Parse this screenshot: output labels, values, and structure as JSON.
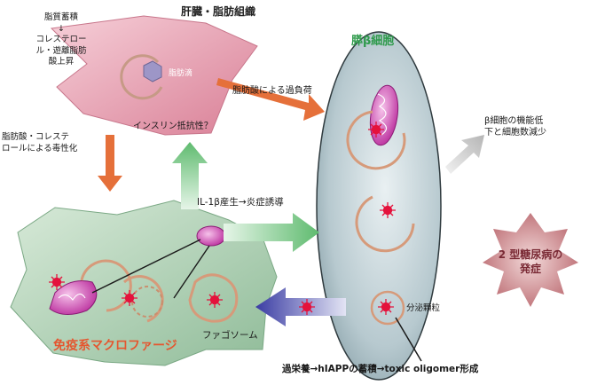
{
  "liver": {
    "title": "肝臓・脂肪組織",
    "cause": "脂質蓄積\n↓\nコレステロー\nル・遊離脂肪\n酸上昇",
    "droplet": "脂肪滴",
    "insulin": "インスリン抵抗性？",
    "lipotoxicity": "脂肪酸・コレステ\nロールによる毒性化"
  },
  "beta_cell": {
    "title": "膵β細胞",
    "lipid_load": "脂肪酸による過負荷",
    "dysfunction": "β細胞の機能低\n下と細胞数減少",
    "secretory_granule": "分泌顆粒",
    "iapp": "過栄養→hIAPPの蓄積→toxic oligomer形成"
  },
  "macrophage": {
    "il1": "IL-1β産生→炎症誘導",
    "title": "免疫系マクロファージ",
    "phagosome": "ファゴソーム"
  },
  "outcome": {
    "label": "2 型糖尿病の\n発症"
  },
  "colors": {
    "liver_fill": "#e9a3b4",
    "beta_fill": "#aec3c9",
    "macrophage_fill": "#b6d3b9",
    "orange_arrow": "#e5703a",
    "green_arrow": "#7fc88a",
    "blue_arrow": "#3f41a7",
    "outcome_star": "#b15c64"
  }
}
